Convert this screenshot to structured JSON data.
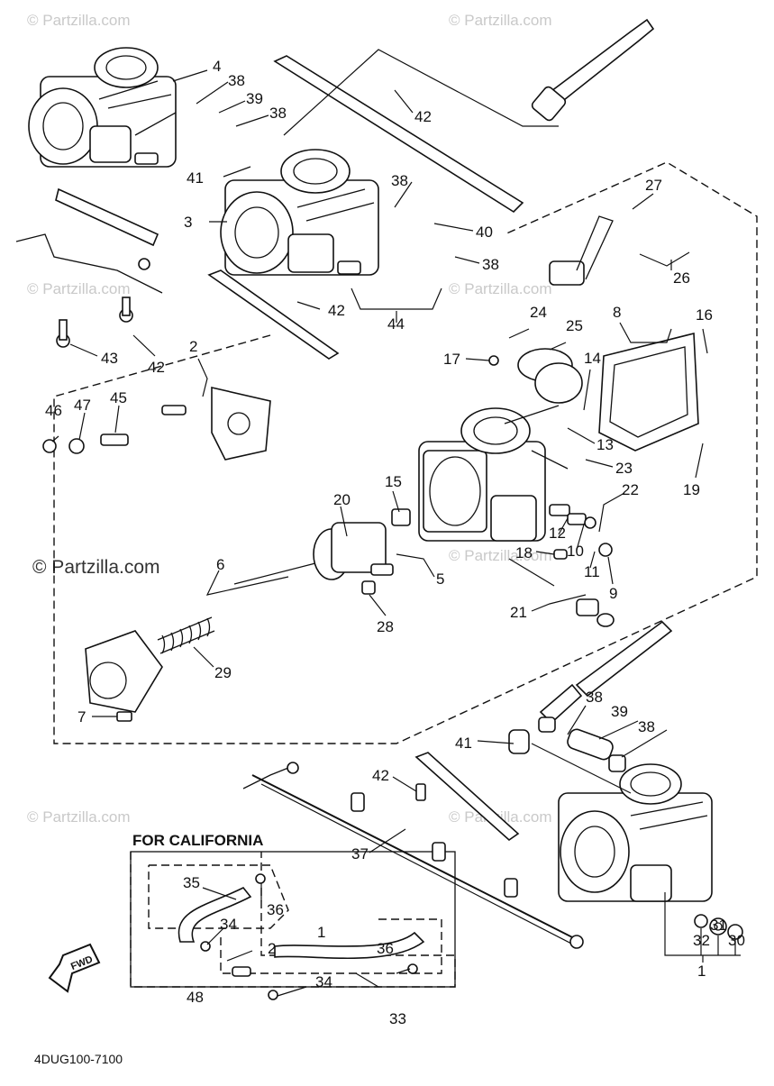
{
  "watermark": {
    "site": "© Partzilla.com",
    "short": "© Partzilla.com"
  },
  "diagram": {
    "code": "4DUG100-7100",
    "california_title": "FOR CALIFORNIA",
    "fwd_label": "FWD"
  },
  "callouts": [
    {
      "id": "c4",
      "text": "4"
    },
    {
      "id": "c38a",
      "text": "38"
    },
    {
      "id": "c39a",
      "text": "39"
    },
    {
      "id": "c38b",
      "text": "38"
    },
    {
      "id": "c42a",
      "text": "42"
    },
    {
      "id": "c41a",
      "text": "41"
    },
    {
      "id": "c3",
      "text": "3"
    },
    {
      "id": "c38c",
      "text": "38"
    },
    {
      "id": "c40",
      "text": "40"
    },
    {
      "id": "c38d",
      "text": "38"
    },
    {
      "id": "c27",
      "text": "27"
    },
    {
      "id": "c26",
      "text": "26"
    },
    {
      "id": "c42b",
      "text": "42"
    },
    {
      "id": "c44",
      "text": "44"
    },
    {
      "id": "c43",
      "text": "43"
    },
    {
      "id": "c42c",
      "text": "42"
    },
    {
      "id": "c2a",
      "text": "2"
    },
    {
      "id": "c24",
      "text": "24"
    },
    {
      "id": "c25",
      "text": "25"
    },
    {
      "id": "c8",
      "text": "8"
    },
    {
      "id": "c16",
      "text": "16"
    },
    {
      "id": "c17",
      "text": "17"
    },
    {
      "id": "c14",
      "text": "14"
    },
    {
      "id": "c13",
      "text": "13"
    },
    {
      "id": "c19",
      "text": "19"
    },
    {
      "id": "c46",
      "text": "46"
    },
    {
      "id": "c47",
      "text": "47"
    },
    {
      "id": "c45",
      "text": "45"
    },
    {
      "id": "c23",
      "text": "23"
    },
    {
      "id": "c22",
      "text": "22"
    },
    {
      "id": "c15",
      "text": "15"
    },
    {
      "id": "c20",
      "text": "20"
    },
    {
      "id": "c12",
      "text": "12"
    },
    {
      "id": "c10",
      "text": "10"
    },
    {
      "id": "c18",
      "text": "18"
    },
    {
      "id": "c11",
      "text": "11"
    },
    {
      "id": "c9",
      "text": "9"
    },
    {
      "id": "c6",
      "text": "6"
    },
    {
      "id": "c5",
      "text": "5"
    },
    {
      "id": "c21",
      "text": "21"
    },
    {
      "id": "c28",
      "text": "28"
    },
    {
      "id": "c29",
      "text": "29"
    },
    {
      "id": "c7",
      "text": "7"
    },
    {
      "id": "c38e",
      "text": "38"
    },
    {
      "id": "c39b",
      "text": "39"
    },
    {
      "id": "c38f",
      "text": "38"
    },
    {
      "id": "c41b",
      "text": "41"
    },
    {
      "id": "c42d",
      "text": "42"
    },
    {
      "id": "c37",
      "text": "37"
    },
    {
      "id": "c35",
      "text": "35"
    },
    {
      "id": "c36a",
      "text": "36"
    },
    {
      "id": "c34a",
      "text": "34"
    },
    {
      "id": "c2b",
      "text": "2"
    },
    {
      "id": "c1a",
      "text": "1"
    },
    {
      "id": "c36b",
      "text": "36"
    },
    {
      "id": "c34b",
      "text": "34"
    },
    {
      "id": "c48",
      "text": "48"
    },
    {
      "id": "c33",
      "text": "33"
    },
    {
      "id": "c32",
      "text": "32"
    },
    {
      "id": "c31",
      "text": "31"
    },
    {
      "id": "c30",
      "text": "30"
    },
    {
      "id": "c1b",
      "text": "1"
    }
  ]
}
